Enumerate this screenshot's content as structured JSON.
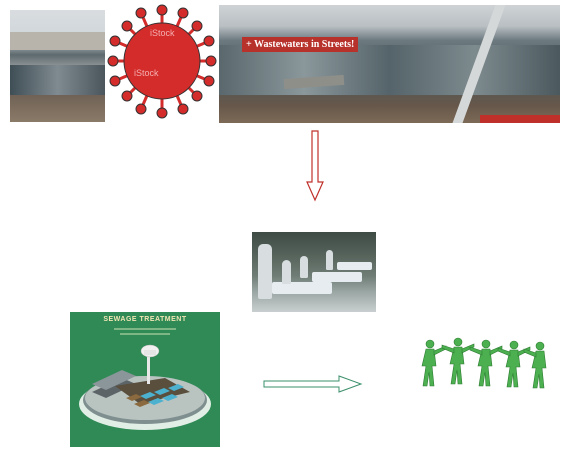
{
  "banner": {
    "caption": "+ Wastewaters in Streets!",
    "watermark": "iStock"
  },
  "sewage_panel": {
    "title": "SEWAGE TREATMENT"
  },
  "colors": {
    "virus_red": "#d42b2b",
    "caption_bg": "#b8322c",
    "arrow_red": "#c0302a",
    "arrow_green": "#3a8f6a",
    "sewage_green": "#2f8a55",
    "people_green": "#4caf50"
  },
  "icons": [
    "virus-icon",
    "hospital-photo",
    "sewage-treatment-illustration",
    "people-chain-icon"
  ]
}
